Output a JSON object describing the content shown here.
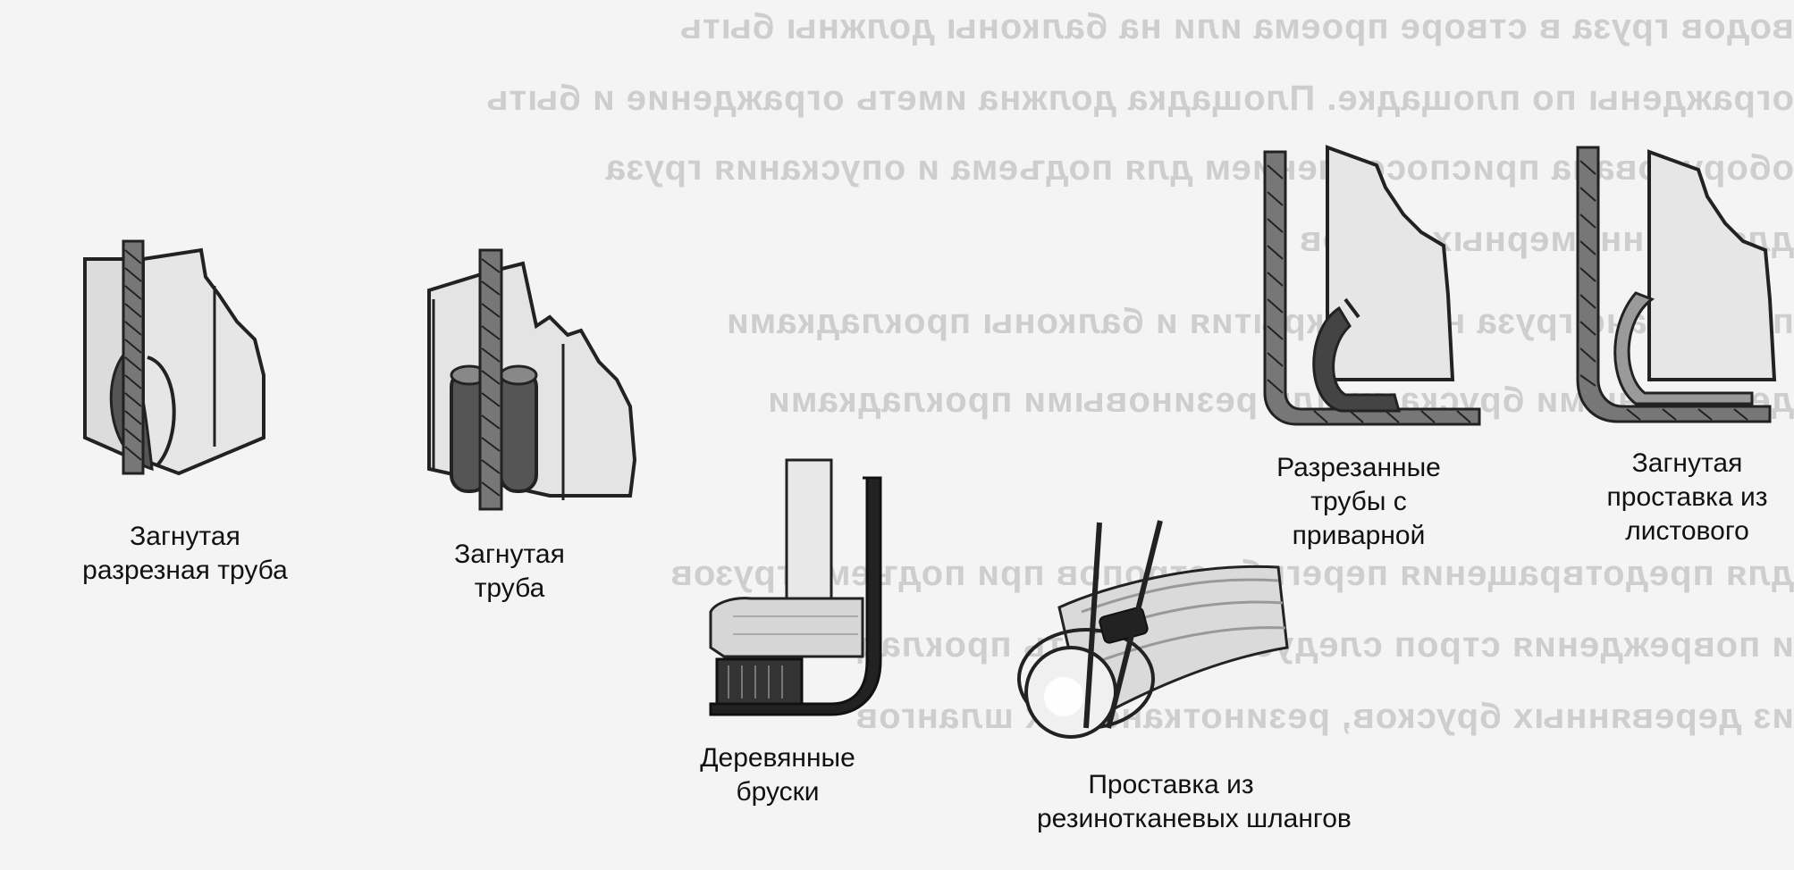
{
  "background_lines": [
    "водов груза в створе проема или на балконы должны быть",
    "ограждены по площадке. Площадка должна иметь ограждение и быть",
    "оборудована приспособлением для подъема и опускания груза",
    "для длинномерных грузов",
    "при подаче груза на перекрытия и балконы прокладками",
    "деревянными брусками или резиновыми прокладками",
    "для предотвращения перегиба стропов при подъеме грузов",
    "и повреждения строп следует применять прокладки",
    "из деревянных брусков, резинотканевых шлангов"
  ],
  "captions": {
    "fig1": [
      "Загнутая",
      "разрезная труба"
    ],
    "fig2": [
      "Загнутая",
      "труба"
    ],
    "fig3": [
      "Деревянные",
      "бруски"
    ],
    "fig4": [
      "Проставка из",
      "резинотканевых шлангов"
    ],
    "fig5": [
      "Разрезанные",
      "трубы с",
      "приварной"
    ],
    "fig6": [
      "Загнутая",
      "проставка из",
      "листового"
    ]
  }
}
